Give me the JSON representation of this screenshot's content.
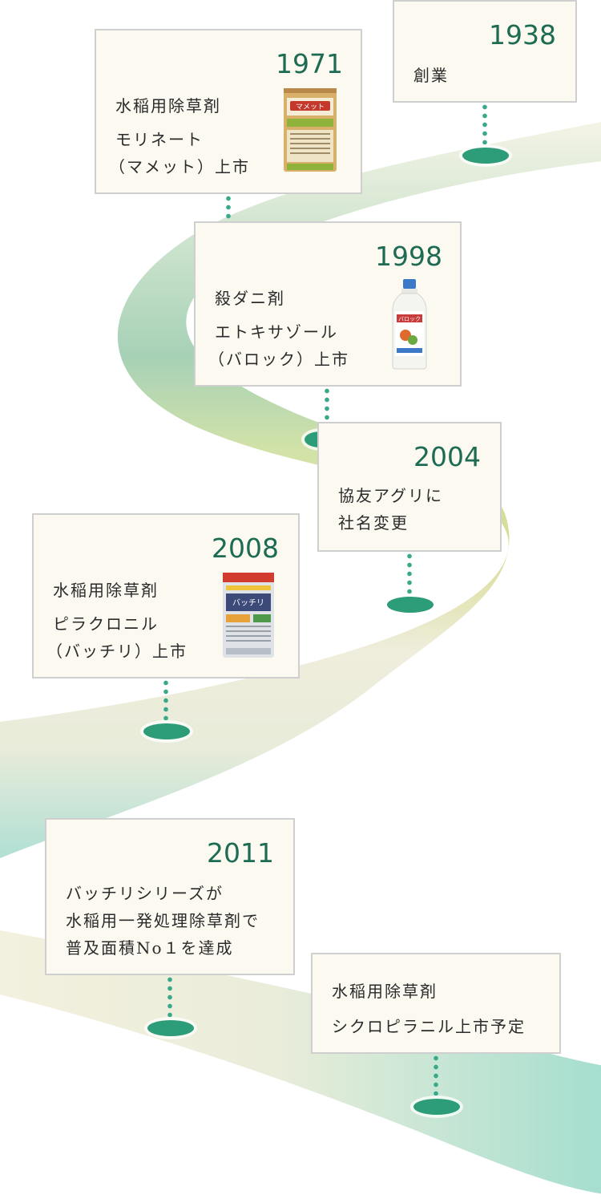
{
  "timeline": [
    {
      "year": "1938",
      "lines": [
        "創業"
      ]
    },
    {
      "year": "1971",
      "lines": [
        "水稲用除草剤",
        "モリネート",
        "（マメット）上市"
      ]
    },
    {
      "year": "1998",
      "lines": [
        "殺ダニ剤",
        "エトキサゾール",
        "（バロック）上市"
      ]
    },
    {
      "year": "2004",
      "lines": [
        "協友アグリに",
        "社名変更"
      ]
    },
    {
      "year": "2008",
      "lines": [
        "水稲用除草剤",
        "ピラクロニル",
        "（バッチリ）上市"
      ]
    },
    {
      "year": "2011",
      "lines": [
        "バッチリシリーズが",
        "水稲用一発処理除草剤で",
        "普及面積No１を達成"
      ]
    },
    {
      "year": "",
      "lines": [
        "水稲用除草剤",
        "シクロピラニル上市予定"
      ]
    }
  ],
  "products": {
    "mamet": {
      "brand": "マメット",
      "colors": {
        "bag": "#d9b06a",
        "top": "#c4392b",
        "label": "#8fb23a"
      }
    },
    "barokku": {
      "brand": "バロック",
      "colors": {
        "bottle": "#f4f4f0",
        "cap": "#3b78c8",
        "label": "#c93a3a"
      }
    },
    "batchiri": {
      "brand": "バッチリ",
      "colors": {
        "bag": "#dfe3e8",
        "top": "#d23c2e",
        "label": "#3b4a78"
      }
    }
  },
  "colors": {
    "accent": "#1c6b52",
    "pin": "#2d9c78",
    "card_bg": "#fcf9f0",
    "card_border": "#cfcfcf",
    "road_top": "#9fcdb0",
    "road_mid": "#d1d98d",
    "road_bottom": "#a9ddd0"
  }
}
